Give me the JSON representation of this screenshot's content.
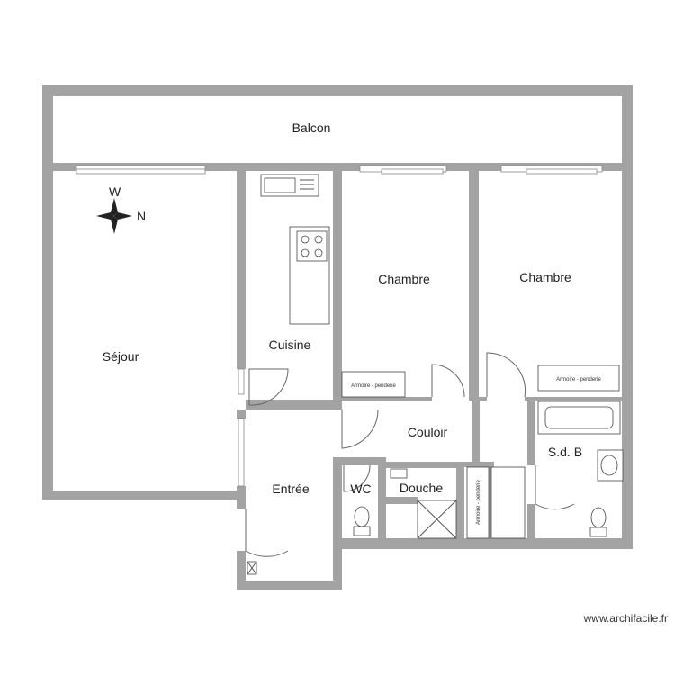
{
  "rooms": {
    "balcon": "Balcon",
    "sejour": "Séjour",
    "cuisine": "Cuisine",
    "chambre1": "Chambre",
    "chambre2": "Chambre",
    "couloir": "Couloir",
    "entree": "Entrée",
    "wc": "WC",
    "douche": "Douche",
    "sdb": "S.d. B"
  },
  "furniture": {
    "armoire1": "Armoire - penderie",
    "armoire2": "Armoire - penderie",
    "armoire3": "Armoire - penderie"
  },
  "compass": {
    "west": "W",
    "north": "N"
  },
  "watermark": "www.archifacile.fr",
  "colors": {
    "wall": "#a3a3a3",
    "background": "#ffffff"
  }
}
